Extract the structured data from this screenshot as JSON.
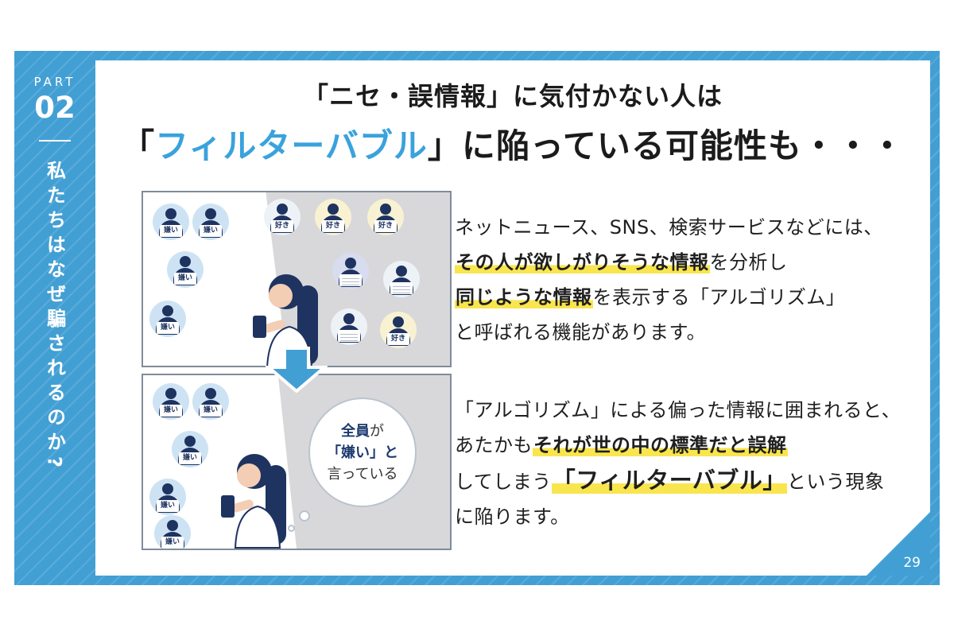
{
  "colors": {
    "frame_blue": "#429fd4",
    "accent_blue": "#3aa2dc",
    "highlight_yellow": "#f9e54e",
    "navy": "#1e3360",
    "panel_gray": "#d8d8da"
  },
  "sidebar": {
    "part_label": "PART",
    "part_number": "02",
    "vertical_title": "私たちはなぜ騙されるのか?"
  },
  "title": {
    "line1": "「ニセ・誤情報」に気付かない人は",
    "line2_open": "「",
    "line2_keyword": "フィルターバブル",
    "line2_rest": "」に陥っている可能性も・・・"
  },
  "illustration": {
    "dislike_label": "嫌い",
    "like_label": "好き",
    "bubble": {
      "seg1": "全員",
      "seg2": "が",
      "seg3": "「嫌い」と",
      "seg4": "言っている"
    }
  },
  "paragraph1": {
    "seg1": "ネットニュース、SNS、検索サービスなどには、",
    "seg2": "その人が欲しがりそうな情報",
    "seg3": "を分析し",
    "seg4": "同じような情報",
    "seg5": "を表示する「アルゴリズム」",
    "seg6": "と呼ばれる機能があります。"
  },
  "paragraph2": {
    "seg1": "「アルゴリズム」による偏った情報に囲まれると、",
    "seg2": "あたかも",
    "seg3": "それが世の中の標準だと誤解",
    "seg4": "してしまう",
    "seg5": "「フィルターバブル」",
    "seg6": "という現象",
    "seg7": "に陥ります。"
  },
  "footer": {
    "page_number": "29"
  }
}
